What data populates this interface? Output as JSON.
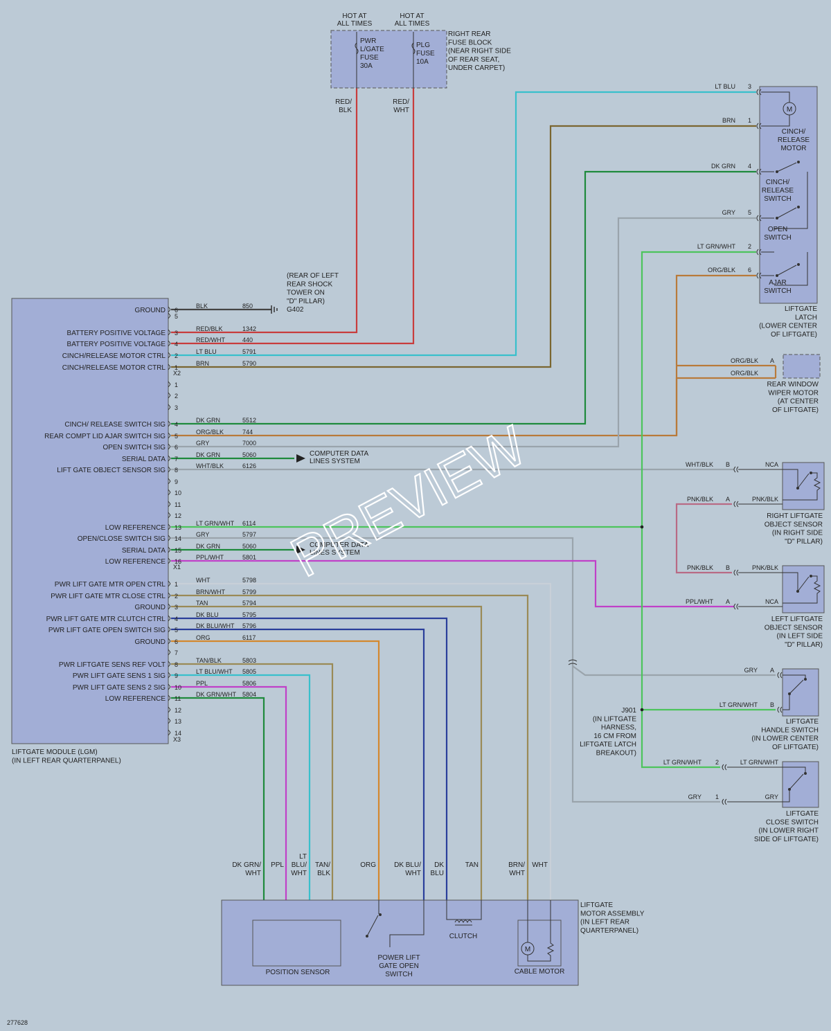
{
  "colors": {
    "red": "#c83c3c",
    "ltblu": "#38c0cc",
    "brn": "#7a6630",
    "dkgrn": "#1e8a3c",
    "gry": "#9aa4ac",
    "ltgrnwht": "#4cc45c",
    "orgblk": "#b87a3a",
    "ppl": "#c040c8",
    "tan": "#9a8a56",
    "dkblu": "#2a3e9a",
    "org": "#d4882e",
    "wht": "#c8d0d8",
    "blk": "#444444",
    "box": "#a2aed6"
  },
  "fuse_block": {
    "hot1": [
      "HOT AT",
      "ALL TIMES"
    ],
    "hot2": [
      "HOT AT",
      "ALL TIMES"
    ],
    "fuse1": [
      "PWR",
      "L/GATE",
      "FUSE",
      "30A"
    ],
    "fuse2": [
      "PLG",
      "FUSE",
      "10A"
    ],
    "label": [
      "RIGHT REAR",
      "FUSE BLOCK",
      "(NEAR RIGHT SIDE",
      "OF REAR SEAT,",
      "UNDER CARPET)"
    ],
    "wire1": [
      "RED/",
      "BLK"
    ],
    "wire2": [
      "RED/",
      "WHT"
    ]
  },
  "ground_note": [
    "(REAR OF LEFT",
    "REAR SHOCK",
    "TOWER ON",
    "\"D\" PILLAR)",
    "G402"
  ],
  "module": {
    "label": [
      "LIFTGATE MODULE (LGM)",
      "(IN LEFT REAR QUARTERPANEL)"
    ],
    "x2": "X2",
    "x1": "X1",
    "x3": "X3",
    "rows": [
      {
        "name": "GROUND",
        "pin": "6",
        "wire": "BLK",
        "circ": "850"
      },
      {
        "name": "",
        "pin": "5",
        "wire": "",
        "circ": ""
      },
      {
        "name": "BATTERY POSITIVE VOLTAGE",
        "pin": "3",
        "wire": "RED/BLK",
        "circ": "1342"
      },
      {
        "name": "BATTERY POSITIVE VOLTAGE",
        "pin": "4",
        "wire": "RED/WHT",
        "circ": "440"
      },
      {
        "name": "CINCH/RELEASE MOTOR CTRL",
        "pin": "2",
        "wire": "LT BLU",
        "circ": "5791"
      },
      {
        "name": "CINCH/RELEASE MOTOR CTRL",
        "pin": "1",
        "wire": "BRN",
        "circ": "5790"
      },
      {
        "name": "",
        "pin": "1",
        "wire": "",
        "circ": ""
      },
      {
        "name": "",
        "pin": "2",
        "wire": "",
        "circ": ""
      },
      {
        "name": "",
        "pin": "3",
        "wire": "",
        "circ": ""
      },
      {
        "name": "CINCH/ RELEASE SWITCH SIG",
        "pin": "4",
        "wire": "DK GRN",
        "circ": "5512"
      },
      {
        "name": "REAR COMPT LID AJAR SWITCH SIG",
        "pin": "5",
        "wire": "ORG/BLK",
        "circ": "744"
      },
      {
        "name": "OPEN SWITCH SIG",
        "pin": "6",
        "wire": "GRY",
        "circ": "7000"
      },
      {
        "name": "SERIAL DATA",
        "pin": "7",
        "wire": "DK GRN",
        "circ": "5060"
      },
      {
        "name": "LIFT GATE OBJECT SENSOR SIG",
        "pin": "8",
        "wire": "WHT/BLK",
        "circ": "6126"
      },
      {
        "name": "",
        "pin": "9",
        "wire": "",
        "circ": ""
      },
      {
        "name": "",
        "pin": "10",
        "wire": "",
        "circ": ""
      },
      {
        "name": "",
        "pin": "11",
        "wire": "",
        "circ": ""
      },
      {
        "name": "",
        "pin": "12",
        "wire": "",
        "circ": ""
      },
      {
        "name": "LOW REFERENCE",
        "pin": "13",
        "wire": "LT GRN/WHT",
        "circ": "6114"
      },
      {
        "name": "OPEN/CLOSE SWITCH SIG",
        "pin": "14",
        "wire": "GRY",
        "circ": "5797"
      },
      {
        "name": "SERIAL DATA",
        "pin": "15",
        "wire": "DK GRN",
        "circ": "5060"
      },
      {
        "name": "LOW REFERENCE",
        "pin": "16",
        "wire": "PPL/WHT",
        "circ": "5801"
      },
      {
        "name": "PWR LIFT GATE MTR OPEN CTRL",
        "pin": "1",
        "wire": "WHT",
        "circ": "5798"
      },
      {
        "name": "PWR LIFT GATE MTR CLOSE CTRL",
        "pin": "2",
        "wire": "BRN/WHT",
        "circ": "5799"
      },
      {
        "name": "GROUND",
        "pin": "3",
        "wire": "TAN",
        "circ": "5794"
      },
      {
        "name": "PWR LIFT GATE MTR CLUTCH CTRL",
        "pin": "4",
        "wire": "DK BLU",
        "circ": "5795"
      },
      {
        "name": "PWR LIFT GATE OPEN SWITCH SIG",
        "pin": "5",
        "wire": "DK BLU/WHT",
        "circ": "5796"
      },
      {
        "name": "GROUND",
        "pin": "6",
        "wire": "ORG",
        "circ": "6117"
      },
      {
        "name": "",
        "pin": "7",
        "wire": "",
        "circ": ""
      },
      {
        "name": "PWR LIFTGATE SENS REF VOLT",
        "pin": "8",
        "wire": "TAN/BLK",
        "circ": "5803"
      },
      {
        "name": "PWR LIFT GATE SENS 1 SIG",
        "pin": "9",
        "wire": "LT BLU/WHT",
        "circ": "5805"
      },
      {
        "name": "PWR LIFT GATE SENS 2 SIG",
        "pin": "10",
        "wire": "PPL",
        "circ": "5806"
      },
      {
        "name": "LOW REFERENCE",
        "pin": "11",
        "wire": "DK GRN/WHT",
        "circ": "5804"
      },
      {
        "name": "",
        "pin": "12",
        "wire": "",
        "circ": ""
      },
      {
        "name": "",
        "pin": "13",
        "wire": "",
        "circ": ""
      },
      {
        "name": "",
        "pin": "14",
        "wire": "",
        "circ": ""
      }
    ]
  },
  "computer_data": [
    "COMPUTER DATA",
    "LINES SYSTEM"
  ],
  "computer_data_2": [
    "COMPUTER DATA",
    "LINES SYSTEM"
  ],
  "latch": {
    "wires": [
      {
        "wire": "LT BLU",
        "pin": "3"
      },
      {
        "wire": "BRN",
        "pin": "1"
      },
      {
        "wire": "DK GRN",
        "pin": "4"
      },
      {
        "wire": "GRY",
        "pin": "5"
      },
      {
        "wire": "LT GRN/WHT",
        "pin": "2"
      },
      {
        "wire": "ORG/BLK",
        "pin": "6"
      }
    ],
    "motor_m": "M",
    "motor": [
      "CINCH/",
      "RELEASE",
      "MOTOR"
    ],
    "cinch_switch": [
      "CINCH/",
      "RELEASE",
      "SWITCH"
    ],
    "open_switch": [
      "OPEN",
      "SWITCH"
    ],
    "ajar_switch": [
      "AJAR",
      "SWITCH"
    ],
    "label": [
      "LIFTGATE",
      "LATCH",
      "(LOWER CENTER",
      "OF LIFTGATE)"
    ]
  },
  "wiper": {
    "wire1": "ORG/BLK",
    "wire2": "ORG/BLK",
    "pin": "A",
    "label": [
      "REAR WINDOW",
      "WIPER MOTOR",
      "(AT CENTER",
      "OF LIFTGATE)"
    ]
  },
  "right_sensor": {
    "w1": "WHT/BLK",
    "p1": "B",
    "w1b": "NCA",
    "w2": "PNK/BLK",
    "p2": "A",
    "w2b": "PNK/BLK",
    "label": [
      "RIGHT LIFTGATE",
      "OBJECT SENSOR",
      "(IN RIGHT SIDE",
      "\"D\" PILLAR)"
    ]
  },
  "left_sensor": {
    "w1": "PNK/BLK",
    "p1": "B",
    "w1b": "PNK/BLK",
    "w2": "PPL/WHT",
    "p2": "A",
    "w2b": "NCA",
    "label": [
      "LEFT LIFTGATE",
      "OBJECT SENSOR",
      "(IN LEFT SIDE",
      "\"D\" PILLAR)"
    ]
  },
  "handle_switch": {
    "w1": "GRY",
    "p1": "A",
    "w2": "LT GRN/WHT",
    "p2": "B",
    "label": [
      "LIFTGATE",
      "HANDLE SWITCH",
      "(IN LOWER CENTER",
      "OF LIFTGATE)"
    ]
  },
  "splice": {
    "label": [
      "J901",
      "(IN LIFTGATE",
      "HARNESS,",
      "16 CM FROM",
      "LIFTGATE LATCH",
      "BREAKOUT)"
    ]
  },
  "close_switch": {
    "w1": "LT GRN/WHT",
    "p1": "2",
    "w1b": "LT GRN/WHT",
    "w2": "GRY",
    "p2": "1",
    "w2b": "GRY",
    "label": [
      "LIFTGATE",
      "CLOSE SWITCH",
      "(IN LOWER RIGHT",
      "SIDE OF LIFTGATE)"
    ]
  },
  "motor_assembly": {
    "wires": [
      [
        "DK GRN/",
        "WHT"
      ],
      [
        "PPL"
      ],
      [
        "LT",
        "BLU/",
        "WHT"
      ],
      [
        "TAN/",
        "BLK"
      ],
      [
        "ORG"
      ],
      [
        "DK BLU/",
        "WHT"
      ],
      [
        "DK",
        "BLU"
      ],
      [
        "TAN"
      ],
      [
        "BRN/",
        "WHT"
      ],
      [
        "WHT"
      ]
    ],
    "position_sensor": "POSITION SENSOR",
    "open_switch": [
      "POWER LIFT",
      "GATE OPEN",
      "SWITCH"
    ],
    "clutch": "CLUTCH",
    "cable_motor": "CABLE MOTOR",
    "motor_m": "M",
    "label": [
      "LIFTGATE",
      "MOTOR ASSEMBLY",
      "(IN LEFT REAR",
      "QUARTERPANEL)"
    ]
  },
  "doc_id": "277628",
  "watermark": "PREVIEW"
}
